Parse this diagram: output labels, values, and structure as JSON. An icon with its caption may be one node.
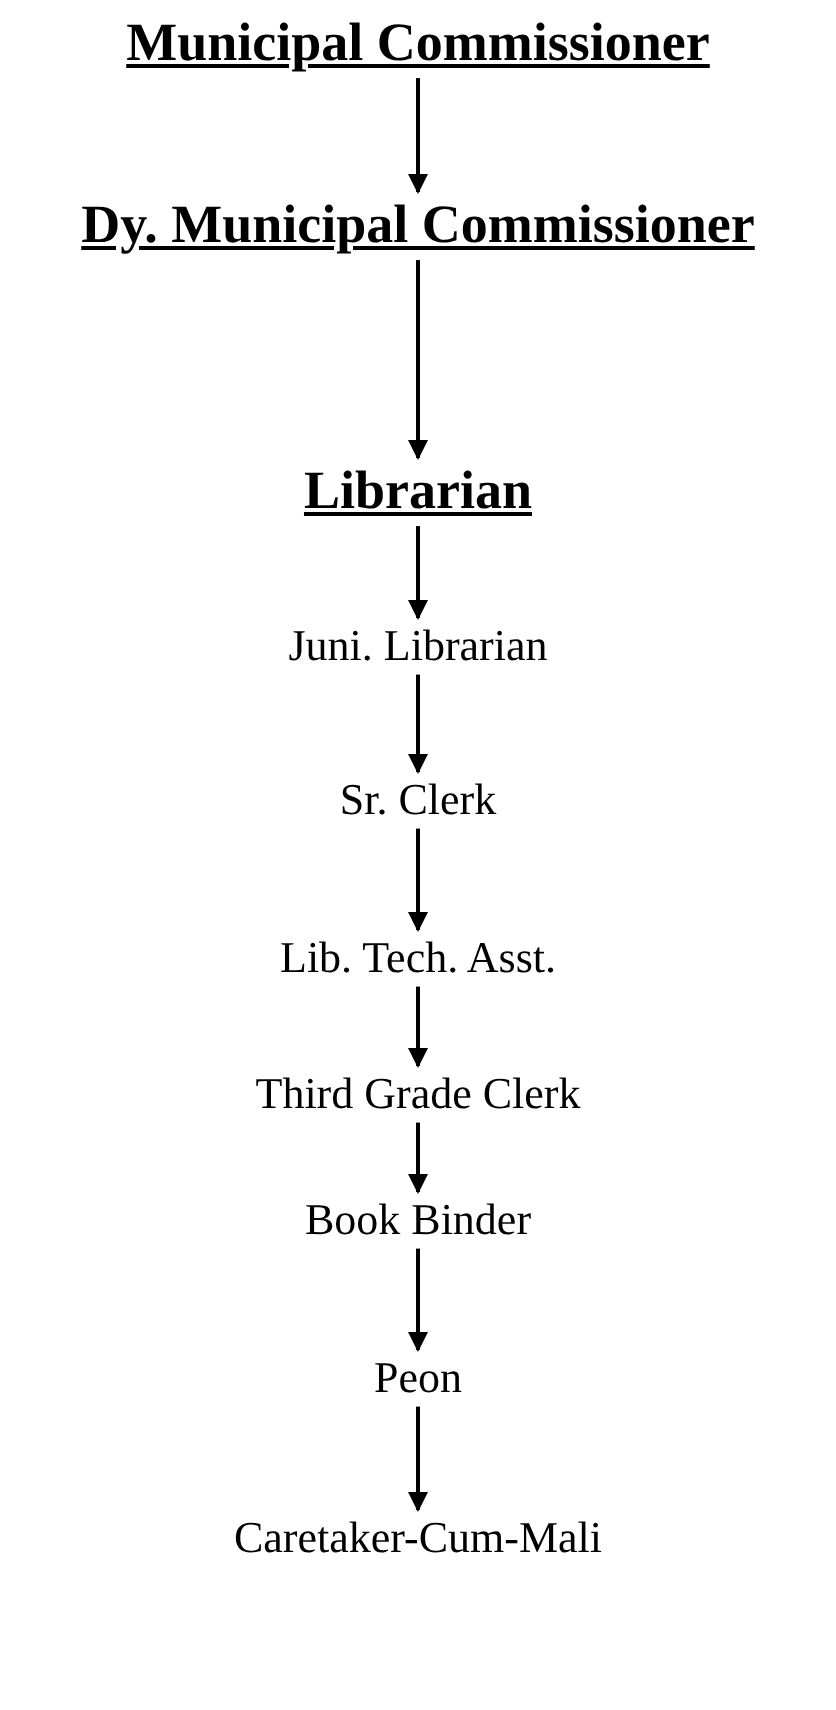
{
  "diagram": {
    "nodes": [
      {
        "text": [
          "Municipal Commissioner"
        ]
      },
      {
        "text": [
          "Dy. Municipal Commissioner"
        ]
      },
      {
        "text": [
          "Librarian"
        ]
      },
      {
        "text": [
          "Juni. Librarian"
        ]
      },
      {
        "text": [
          "Sr. Clerk"
        ]
      },
      {
        "text": [
          "Lib. Tech. Asst."
        ]
      },
      {
        "text": [
          "Third Grade Clerk"
        ]
      },
      {
        "text": [
          "Book Binder"
        ]
      },
      {
        "text": [
          "Peon"
        ]
      },
      {
        "text": [
          "Caretaker-Cum-Mali"
        ]
      }
    ],
    "edges": [
      {
        "from": 0,
        "to": 1,
        "arrow": "to"
      },
      {
        "from": 1,
        "to": 2,
        "arrow": "to"
      },
      {
        "from": 2,
        "to": 3,
        "arrow": "to"
      },
      {
        "from": 3,
        "to": 4,
        "arrow": "to"
      },
      {
        "from": 4,
        "to": 5,
        "arrow": "to"
      },
      {
        "from": 5,
        "to": 6,
        "arrow": "to"
      },
      {
        "from": 6,
        "to": 7,
        "arrow": "to"
      },
      {
        "from": 7,
        "to": 8,
        "arrow": "to"
      },
      {
        "from": 8,
        "to": 9,
        "arrow": "to"
      }
    ]
  }
}
